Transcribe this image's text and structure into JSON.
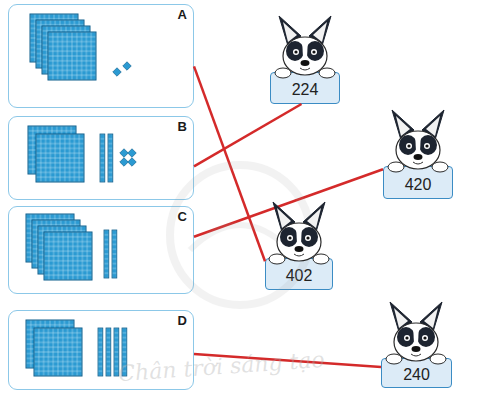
{
  "diagram": {
    "nodes": [
      {
        "text": [
          "A"
        ]
      },
      {
        "text": [
          "B"
        ]
      },
      {
        "text": [
          "C"
        ]
      },
      {
        "text": [
          "D"
        ]
      },
      {
        "text": [
          "224"
        ]
      },
      {
        "text": [
          "420"
        ]
      },
      {
        "text": [
          "402"
        ]
      },
      {
        "text": [
          "240"
        ]
      }
    ],
    "edges": [
      {
        "from": 0,
        "to": 6,
        "arrow": "none"
      },
      {
        "from": 1,
        "to": 4,
        "arrow": "none"
      },
      {
        "from": 2,
        "to": 5,
        "arrow": "none"
      },
      {
        "from": 3,
        "to": 7,
        "arrow": "none"
      }
    ],
    "labels": [
      "Chân trời sáng tạo"
    ]
  }
}
